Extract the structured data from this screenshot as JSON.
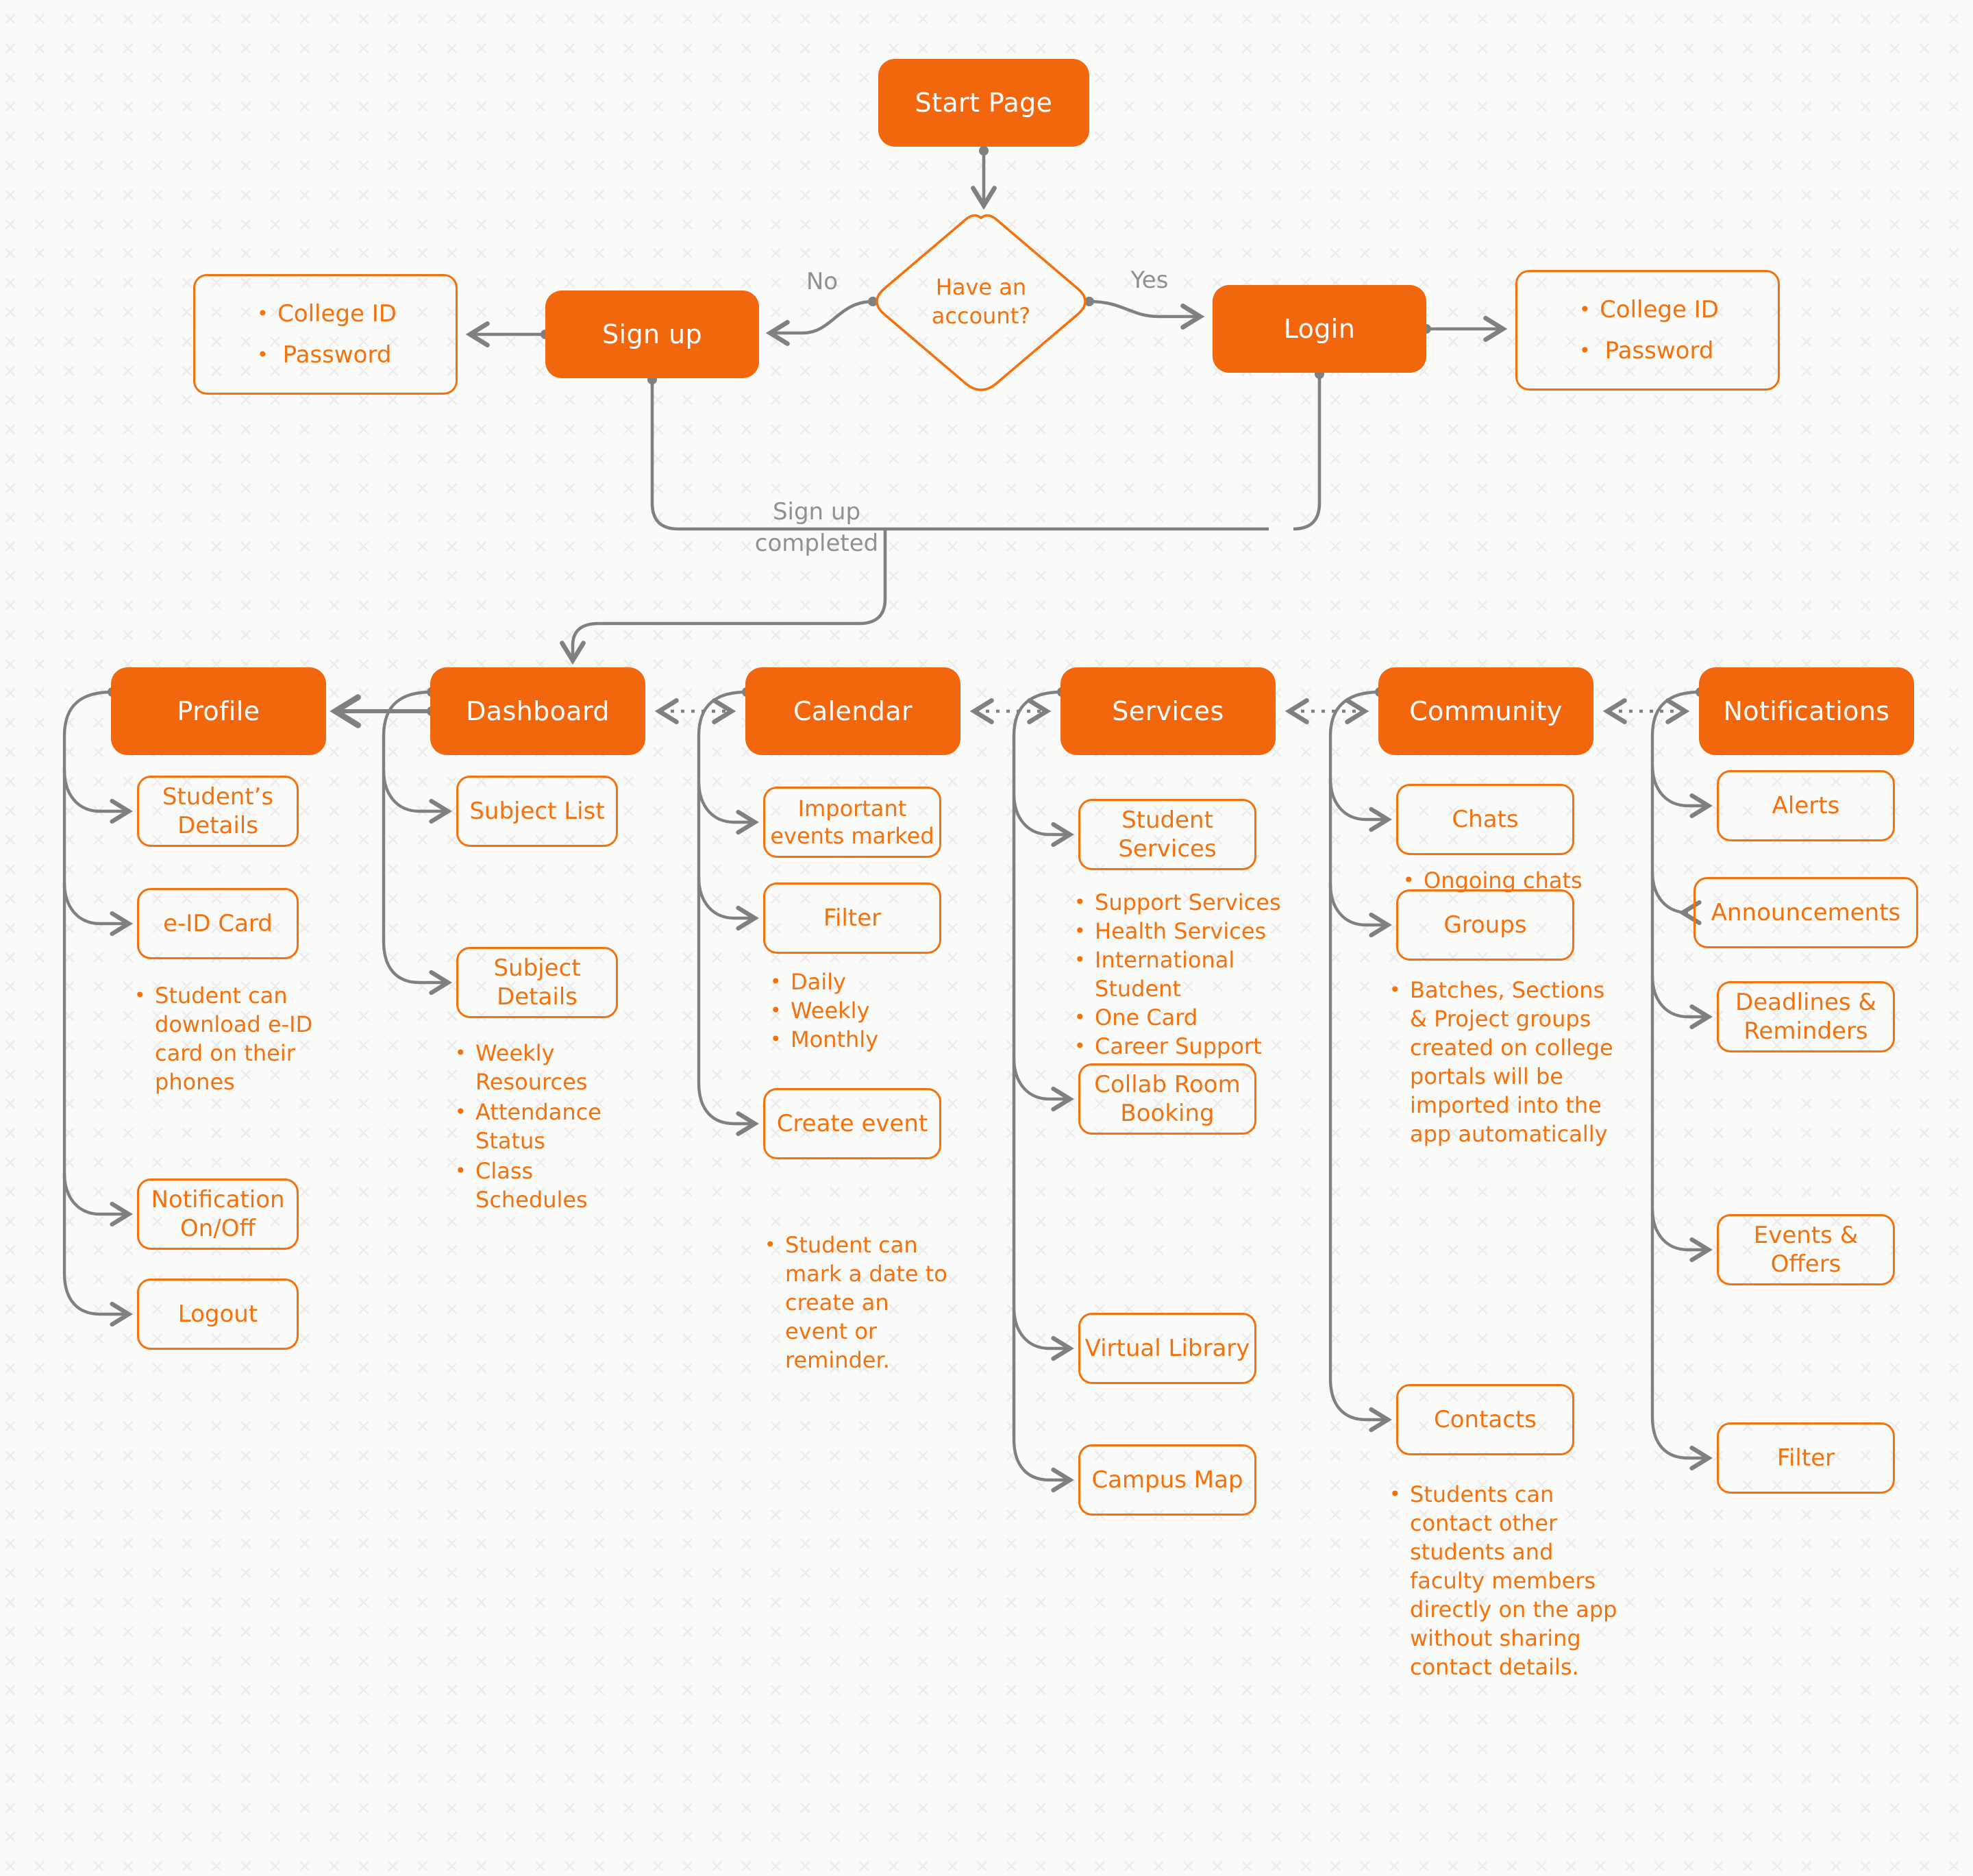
{
  "colors": {
    "accent_fill": "#F2670D",
    "accent_line": "#F4710D",
    "connector_gray": "#7E8082",
    "label_gray": "#8E9193",
    "background": "#FAFAF9",
    "pattern": "#ECECEC"
  },
  "flow": {
    "start_label": "Start Page",
    "decision_label": "Have an account?",
    "yes_label": "Yes",
    "no_label": "No",
    "signup_label": "Sign up",
    "signup_note": "Sign up\ncompleted",
    "signup_requirements": [
      "College ID",
      "Password"
    ],
    "login_label": "Login",
    "login_requirements": [
      "College ID",
      "Password"
    ]
  },
  "profile": {
    "header": "Profile",
    "items": [
      "Student’s Details",
      "e-ID Card",
      "Notification On/Off",
      "Logout"
    ],
    "eid_note": "Student can download e-ID card on their phones"
  },
  "dashboard": {
    "header": "Dashboard",
    "items": [
      "Subject List",
      "Subject Details"
    ],
    "subject_notes": [
      "Weekly Resources",
      "Attendance Status",
      "Class Schedules"
    ]
  },
  "calendar": {
    "header": "Calendar",
    "items": [
      "Important events marked",
      "Filter",
      "Create event"
    ],
    "filter_options": [
      "Daily",
      "Weekly",
      "Monthly"
    ],
    "create_note": "Student can mark a date to create an event or reminder."
  },
  "services": {
    "header": "Services",
    "items": [
      "Student Services",
      "Collab Room Booking",
      "Virtual Library",
      "Campus Map"
    ],
    "student_services_list": [
      "Support Services",
      "Health Services",
      "International Student",
      "One Card",
      "Career Support"
    ]
  },
  "community": {
    "header": "Community",
    "items": [
      "Chats",
      "Groups",
      "Contacts"
    ],
    "chats_note": "Ongoing chats",
    "groups_note": "Batches, Sections & Project groups created on college portals will be imported into the app automatically",
    "contacts_note": "Students can contact other students and faculty members directly on the app without sharing contact details."
  },
  "notifications": {
    "header": "Notifications",
    "items": [
      "Alerts",
      "Announcements",
      "Deadlines & Reminders",
      "Events & Offers",
      "Filter"
    ]
  }
}
